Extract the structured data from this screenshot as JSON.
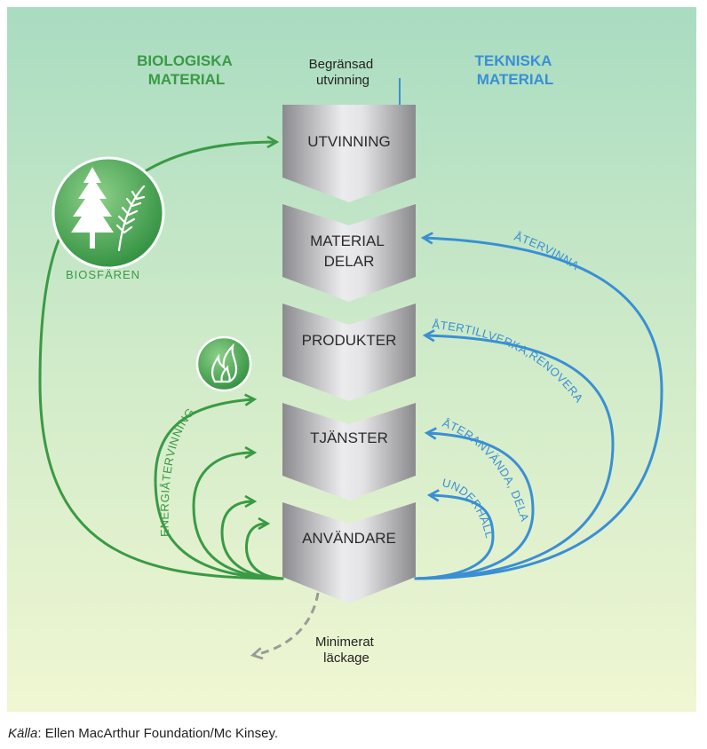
{
  "headers": {
    "biological": [
      "BIOLOGISKA",
      "MATERIAL"
    ],
    "technical": [
      "TEKNISKA",
      "MATERIAL"
    ],
    "limited_extraction": [
      "Begränsad",
      "utvinning"
    ]
  },
  "column_stages": [
    [
      "UTVINNING"
    ],
    [
      "MATERIAL",
      "DELAR"
    ],
    [
      "PRODUKTER"
    ],
    [
      "TJÄNSTER"
    ],
    [
      "ANVÄNDARE"
    ]
  ],
  "biological_loops": {
    "biosphere_label": "BIOSFÄREN",
    "energy_recovery_label": "ENERGIÅTERVINNING"
  },
  "technical_loops": [
    "ÅTERVINNA",
    "ÅTERTILLVERKA,RENOVERA",
    "ÅTERANVÄNDA, DELA",
    "UNDERHÅLL"
  ],
  "leakage": [
    "Minimerat",
    "läckage"
  ],
  "source": {
    "prefix": "Källa",
    "text": ": Ellen MacArthur Foundation/Mc Kinsey."
  },
  "colors": {
    "biological": "#3a9a45",
    "technical": "#3a8fd4",
    "leakage": "#9a9a9a",
    "column_text": "#2a2a2a"
  },
  "icons": [
    "tree-icon",
    "wheat-icon",
    "flame-icon"
  ]
}
